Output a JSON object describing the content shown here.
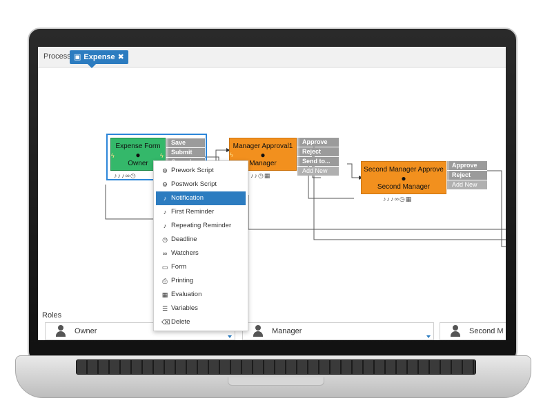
{
  "tabs": {
    "process_label": "Process",
    "active_tab_label": "Expense",
    "active_tab_icon": "book-icon",
    "close_glyph": "✖"
  },
  "nodes": {
    "expense_form": {
      "title": "Expense Form",
      "role": "Owner",
      "color": "#34b86a",
      "actions": [
        "Save",
        "Submit",
        "Cancel"
      ]
    },
    "manager_approval": {
      "title": "Manager Approval1",
      "role": "Manager",
      "color": "#f2901e",
      "actions": [
        "Approve",
        "Reject",
        "Send to...",
        "Add New"
      ]
    },
    "second_manager_approve": {
      "title": "Second Manager Approve",
      "role": "Second Manager",
      "color": "#f2901e",
      "actions": [
        "Approve",
        "Reject",
        "Add New"
      ]
    }
  },
  "context_menu": {
    "items": [
      {
        "label": "Prework Script",
        "icon": "gears-icon"
      },
      {
        "label": "Postwork Script",
        "icon": "gears-icon"
      },
      {
        "label": "Notification",
        "icon": "bell-icon"
      },
      {
        "label": "First Reminder",
        "icon": "bell-icon"
      },
      {
        "label": "Repeating Reminder",
        "icon": "bell-icon"
      },
      {
        "label": "Deadline",
        "icon": "clock-icon"
      },
      {
        "label": "Watchers",
        "icon": "binoculars-icon"
      },
      {
        "label": "Form",
        "icon": "monitor-icon"
      },
      {
        "label": "Printing",
        "icon": "printer-icon"
      },
      {
        "label": "Evaluation",
        "icon": "calendar-icon"
      },
      {
        "label": "Variables",
        "icon": "list-icon"
      },
      {
        "label": "Delete",
        "icon": "trash-icon"
      }
    ],
    "active_item": "Notification"
  },
  "roles": {
    "label": "Roles",
    "items": [
      "Owner",
      "Manager",
      "Second M"
    ]
  },
  "colors": {
    "accent": "#2c7cc0",
    "selection": "#2c86d9",
    "action_gray": "#9b9b9b"
  }
}
